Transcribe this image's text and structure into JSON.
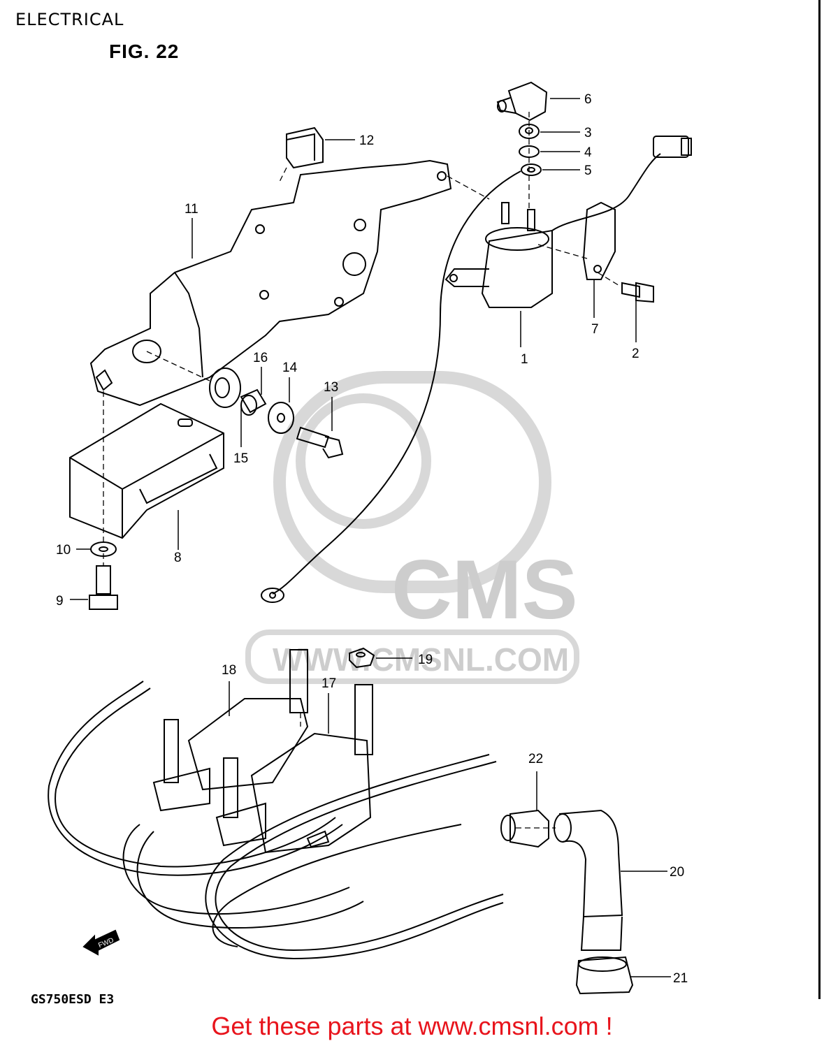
{
  "header": {
    "title": "ELECTRICAL"
  },
  "figure": {
    "label": "FIG. 22"
  },
  "model_code": "GS750ESD  E3",
  "watermark": {
    "logo_text": "CMS",
    "url_text": "WWW.CMSNL.COM"
  },
  "fwd_label": "FWD",
  "promo": "Get these parts at www.cmsnl.com !",
  "callouts": [
    "1",
    "2",
    "3",
    "4",
    "5",
    "6",
    "7",
    "8",
    "9",
    "10",
    "11",
    "12",
    "13",
    "14",
    "15",
    "16",
    "17",
    "18",
    "19",
    "20",
    "21",
    "22"
  ],
  "colors": {
    "promo": "#e8141c",
    "line": "#000000",
    "watermark": "#c8c8c8"
  }
}
